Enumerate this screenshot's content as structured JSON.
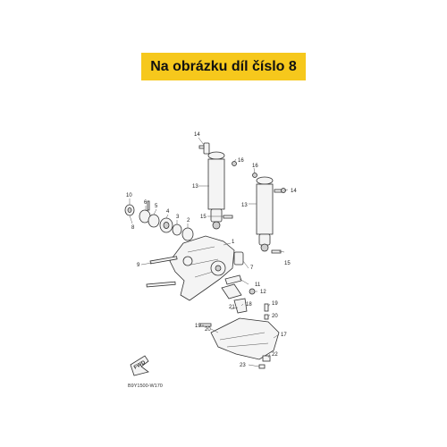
{
  "banner": {
    "text": "Na obrázku díl číslo 8",
    "color": "#f6c81c"
  },
  "diagram": {
    "fwd_label": "FWD",
    "code": "B9Y1500-W170",
    "callouts": [
      {
        "id": "c14a",
        "text": "14"
      },
      {
        "id": "c16a",
        "text": "16"
      },
      {
        "id": "c13a",
        "text": "13"
      },
      {
        "id": "c15a",
        "text": "15"
      },
      {
        "id": "c16b",
        "text": "16"
      },
      {
        "id": "c14b",
        "text": "14"
      },
      {
        "id": "c13b",
        "text": "13"
      },
      {
        "id": "c15b",
        "text": "15"
      },
      {
        "id": "c10",
        "text": "10"
      },
      {
        "id": "c6",
        "text": "6"
      },
      {
        "id": "c5",
        "text": "5"
      },
      {
        "id": "c4",
        "text": "4"
      },
      {
        "id": "c3",
        "text": "3"
      },
      {
        "id": "c2",
        "text": "2"
      },
      {
        "id": "c8",
        "text": "8"
      },
      {
        "id": "c1",
        "text": "1"
      },
      {
        "id": "c9",
        "text": "9"
      },
      {
        "id": "c7",
        "text": "7"
      },
      {
        "id": "c11",
        "text": "11"
      },
      {
        "id": "c12",
        "text": "12"
      },
      {
        "id": "c18",
        "text": "18"
      },
      {
        "id": "c21",
        "text": "21"
      },
      {
        "id": "c19a",
        "text": "19"
      },
      {
        "id": "c20a",
        "text": "20"
      },
      {
        "id": "c19b",
        "text": "19"
      },
      {
        "id": "c20b",
        "text": "20"
      },
      {
        "id": "c17",
        "text": "17"
      },
      {
        "id": "c22",
        "text": "22"
      },
      {
        "id": "c23",
        "text": "23"
      }
    ]
  }
}
